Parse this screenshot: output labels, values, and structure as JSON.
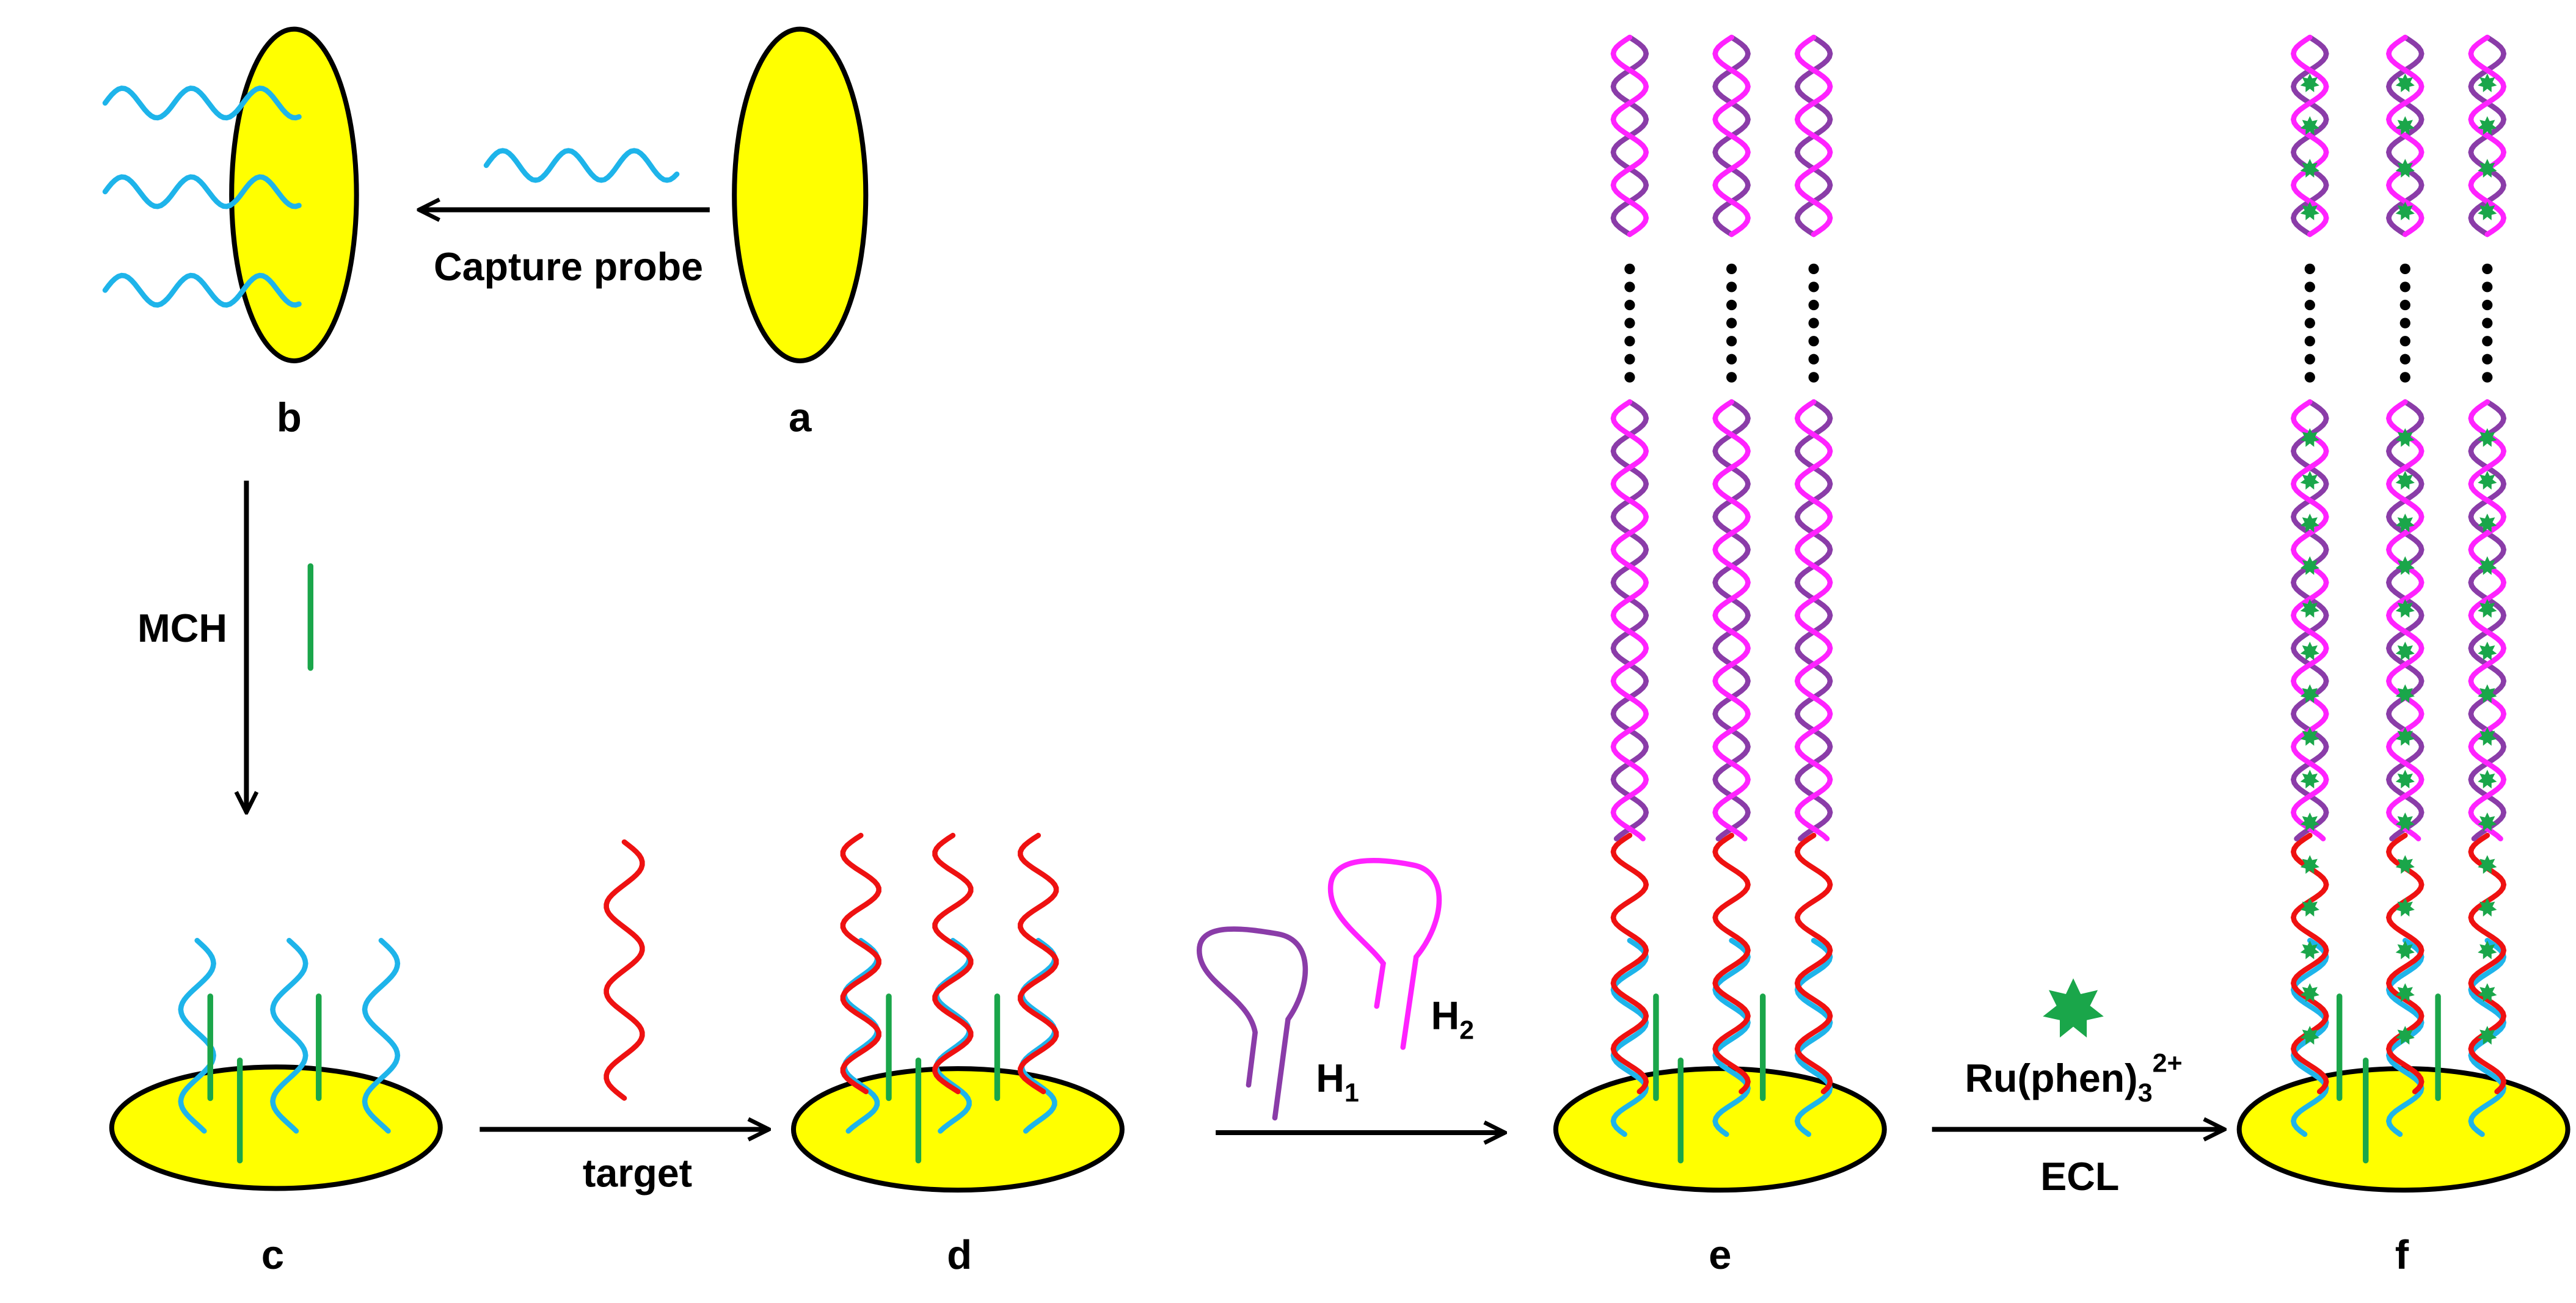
{
  "panels": {
    "a": "a",
    "b": "b",
    "c": "c",
    "d": "d",
    "e": "e",
    "f": "f"
  },
  "steps": {
    "capture_probe": "Capture probe",
    "mch": "MCH",
    "target": "target",
    "h1_main": "H",
    "h1_sub": "1",
    "h2_main": "H",
    "h2_sub": "2",
    "ru_main": "Ru(phen)",
    "ru_sub": "3",
    "ru_sup": "2+",
    "ecl": "ECL"
  },
  "colors": {
    "electrode_fill": "#ffff00",
    "capture_probe": "#1eb4ea",
    "mch": "#1aa64a",
    "target": "#ee1111",
    "h1": "#8a3ca8",
    "h2": "#ff22ff",
    "ru_complex": "#1aa64a"
  }
}
